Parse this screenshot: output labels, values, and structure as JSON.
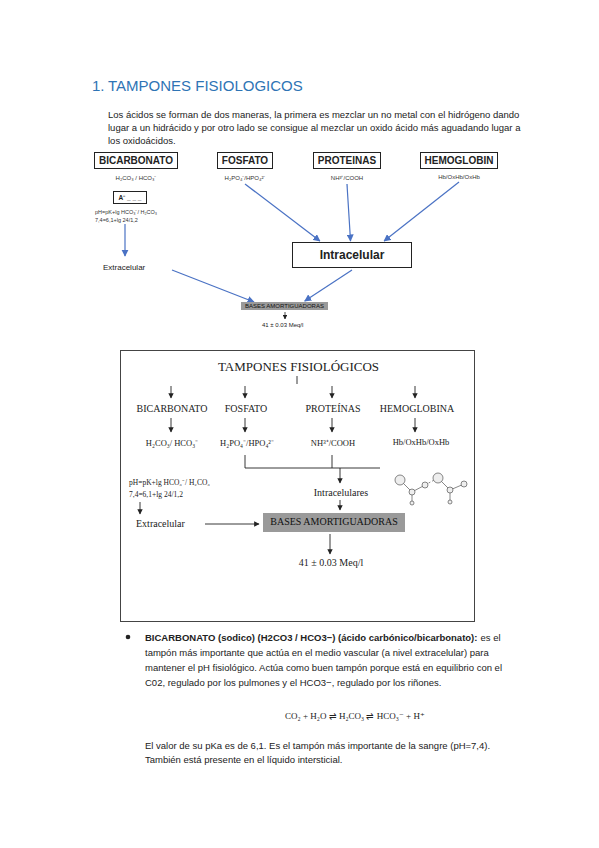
{
  "diagram": {
    "title": "TAMPONES FISIOLOGICOS",
    "nodes": [
      {
        "text": [
          "BICARBONATO",
          "H₂CO₃ / HCO₃⁻"
        ]
      },
      {
        "text": [
          "FOSFATO",
          "H₂PO₄⁻/HPO₄²⁻"
        ]
      },
      {
        "text": [
          "PROTEINAS",
          "NH³⁺/COOH"
        ]
      },
      {
        "text": [
          "HEMOGLOBIN",
          "Hb/OxHb/OxHb"
        ]
      },
      {
        "text": [
          "A⁻ _ _ _",
          "pH=pK+lg HCO₃⁻/ H₂CO₃",
          "7,4=6,1+lg 24/1,2"
        ]
      },
      {
        "text": [
          "Intracelular"
        ]
      },
      {
        "text": [
          "BASES AMORTIGUADORAS"
        ]
      },
      {
        "text": [
          "TAMPONES FISIOLÓGICOS",
          "BICARBONATO",
          "FOSFATO",
          "PROTEÍNAS",
          "HEMOGLOBINA",
          "H₂CO₃/ HCO₃⁻",
          "H₂PO₄⁻/HPO₄²⁻",
          "NH³⁺/COOH",
          "Hb/OxHb/OxHb",
          "pH=pK+lg HCO₃⁻/ H₂CO₃",
          "7,4=6,1+lg 24/1,2",
          "Extracelular",
          "Intracelulares",
          "41 ± 0.03 Meq/l"
        ]
      },
      {
        "text": [
          "BASES AMORTIGUADORAS"
        ],
        "in": 7
      }
    ],
    "edges": [
      {
        "from": 1,
        "to": 5,
        "arrow": "to"
      },
      {
        "from": 2,
        "to": 5,
        "arrow": "to"
      },
      {
        "from": 3,
        "to": 5,
        "arrow": "to"
      },
      {
        "from": 5,
        "to": 6,
        "arrow": "to"
      }
    ],
    "labels": [
      "1.",
      "Los ácidos se forman de dos maneras, la primera es mezclar un no metal con el hidrógeno dando lugar a un hidrácido y por otro lado se consigue al mezclar un oxido ácido más aguadando lugar a los oxidoácidos.",
      "Extracelular",
      "41 ± 0.03 Meq/l",
      "BICARBONATO (sodico) (H2CO3 / HCO3−) (ácido carbónico/bicarbonato):",
      "es el tampón más importante que actúa en el medio vascular (a nivel extracelular) para mantener el pH fisiológico. Actúa como buen tampón porque está en equilibrio con el C02, regulado por los pulmones y el HCO3−, regulado por los riñones.",
      "CO₂ + H₂O ⇌ H₂CO₃ ⇌ HCO₃⁻ + H⁺",
      "El valor de su pKa es de 6,1. Es el tampón más importante de la sangre (pH=7,4). También está presente en el líquido intersticial."
    ]
  }
}
